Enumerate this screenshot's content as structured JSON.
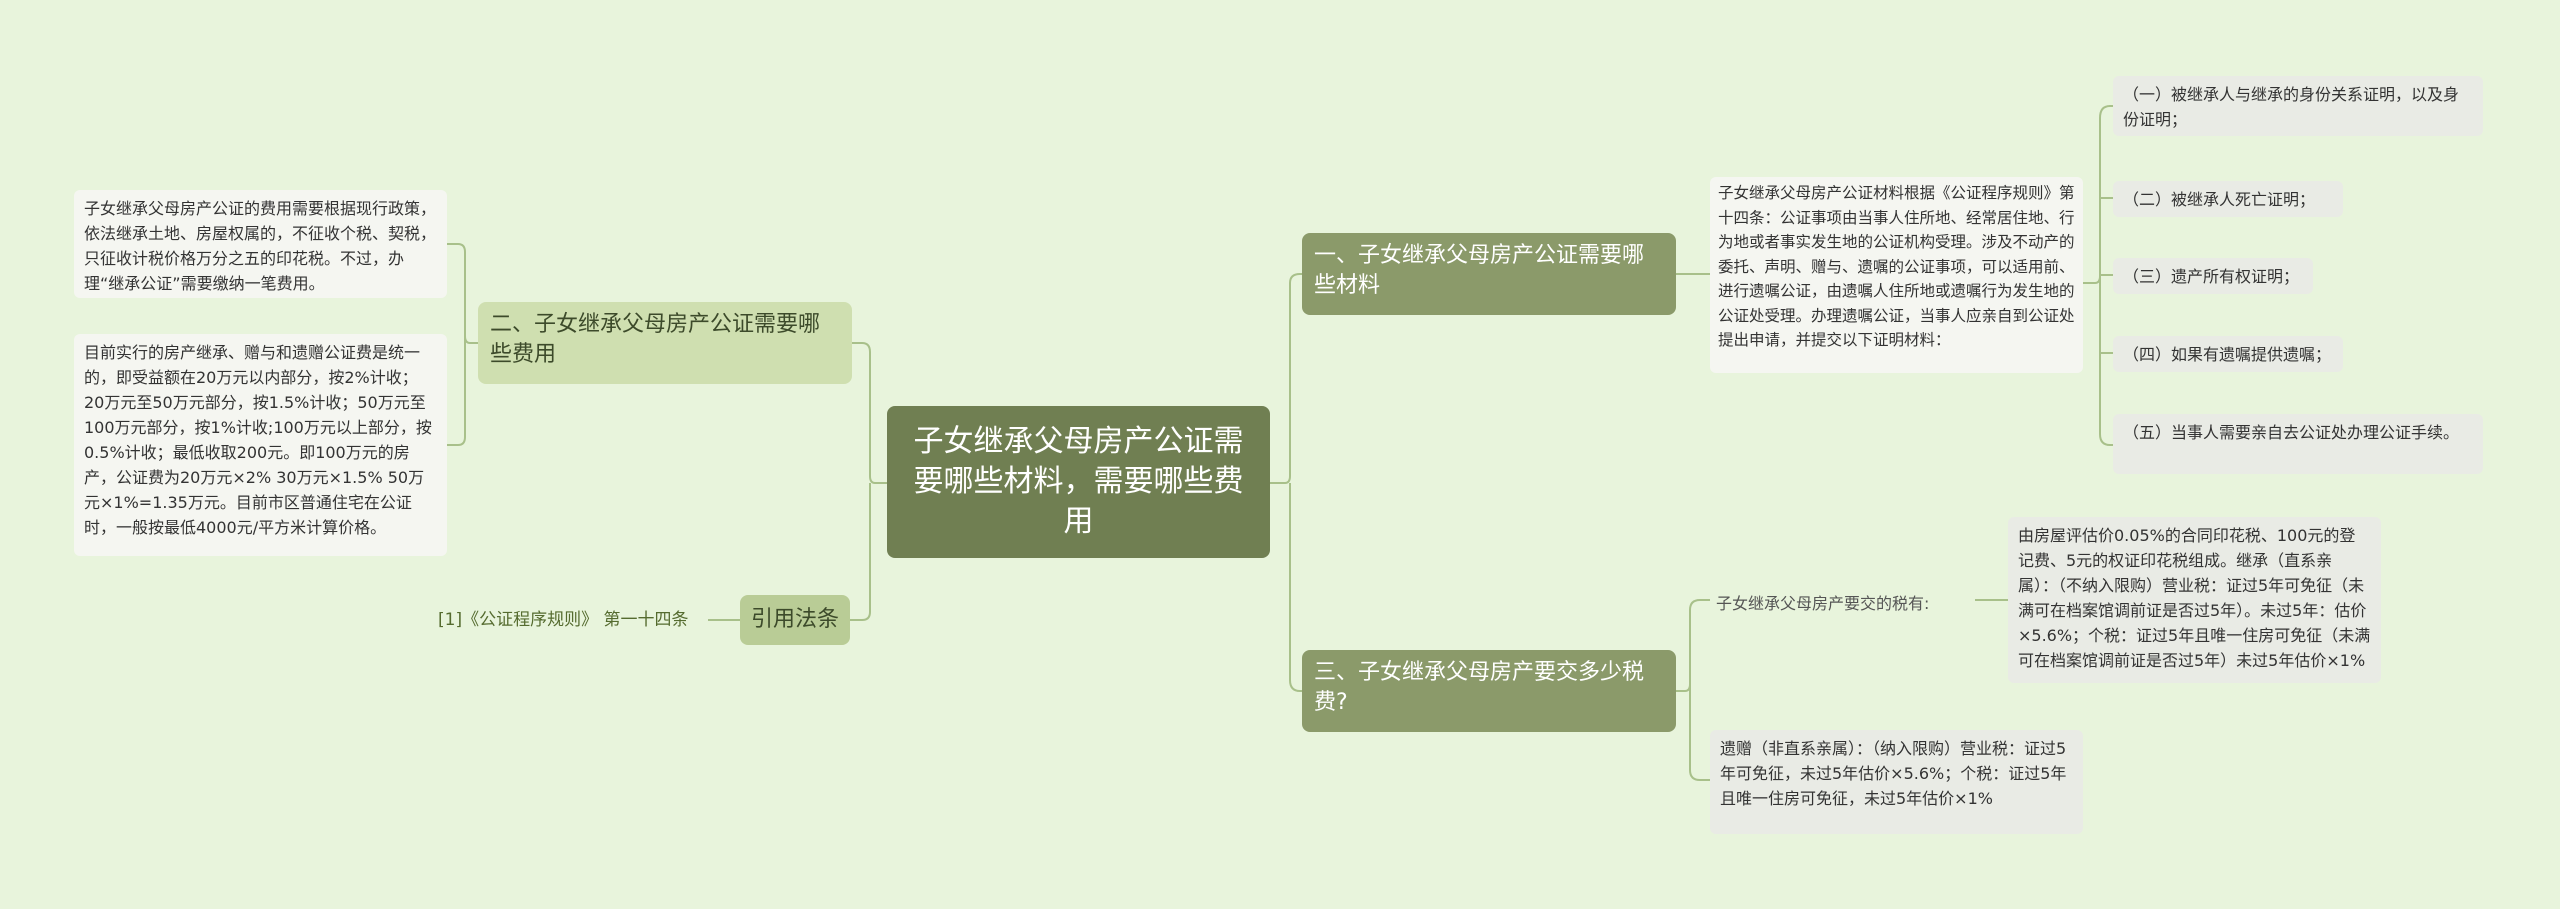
{
  "root": {
    "label": "子女继承父母房产公证需要哪些材料，需要哪些费用"
  },
  "branch1": {
    "label": "一、子女继承父母房产公证需要哪些材料",
    "detail": "子女继承父母房产公证材料根据《公证程序规则》第十四条：公证事项由当事人住所地、经常居住地、行为地或者事实发生地的公证机构受理。涉及不动产的委托、声明、赠与、遗嘱的公证事项，可以适用前、进行遗嘱公证，由遗嘱人住所地或遗嘱行为发生地的公证处受理。办理遗嘱公证，当事人应亲自到公证处提出申请，并提交以下证明材料：",
    "items": [
      "（一）被继承人与继承的身份关系证明，以及身份证明；",
      "（二）被继承人死亡证明；",
      "（三）遗产所有权证明；",
      "（四）如果有遗嘱提供遗嘱；",
      "（五）当事人需要亲自去公证处办理公证手续。"
    ]
  },
  "branch2": {
    "label": "二、子女继承父母房产公证需要哪些费用",
    "items": [
      "子女继承父母房产公证的费用需要根据现行政策，依法继承土地、房屋权属的，不征收个税、契税，只征收计税价格万分之五的印花税。不过，办理“继承公证”需要缴纳一笔费用。",
      "目前实行的房产继承、赠与和遗赠公证费是统一的，即受益额在20万元以内部分，按2%计收；20万元至50万元部分，按1.5%计收；50万元至100万元部分，按1%计收;100万元以上部分，按0.5%计收；最低收取200元。即100万元的房产，公证费为20万元×2% 30万元×1.5% 50万元×1%=1.35万元。目前市区普通住宅在公证时，一般按最低4000元/平方米计算价格。"
    ]
  },
  "branch3": {
    "label": "三、子女继承父母房产要交多少税费?",
    "sub_label": "子女继承父母房产要交的税有:",
    "sub_detail": "由房屋评估价0.05%的合同印花税、100元的登记费、5元的权证印花税组成。继承（直系亲属）：（不纳入限购）营业税：证过5年可免征（未满可在档案馆调前证是否过5年）。未过5年：估价×5.6%；个税：证过5年且唯一住房可免征（未满可在档案馆调前证是否过5年）未过5年估价×1%",
    "gift_detail": "遗赠（非直系亲属）：（纳入限购）营业税：证过5年可免征，未过5年估价×5.6%；个税：证过5年且唯一住房可免征，未过5年估价×1%"
  },
  "branch4": {
    "label": "引用法条",
    "items": [
      "[1]《公证程序规则》 第一十四条"
    ]
  },
  "colors": {
    "background": "#e8f4dc",
    "root": "#707f52",
    "branch": "#8b9a6a",
    "branch_light": "#cfdfb0",
    "cite": "#b9cc96",
    "link": "#a8c08a"
  }
}
